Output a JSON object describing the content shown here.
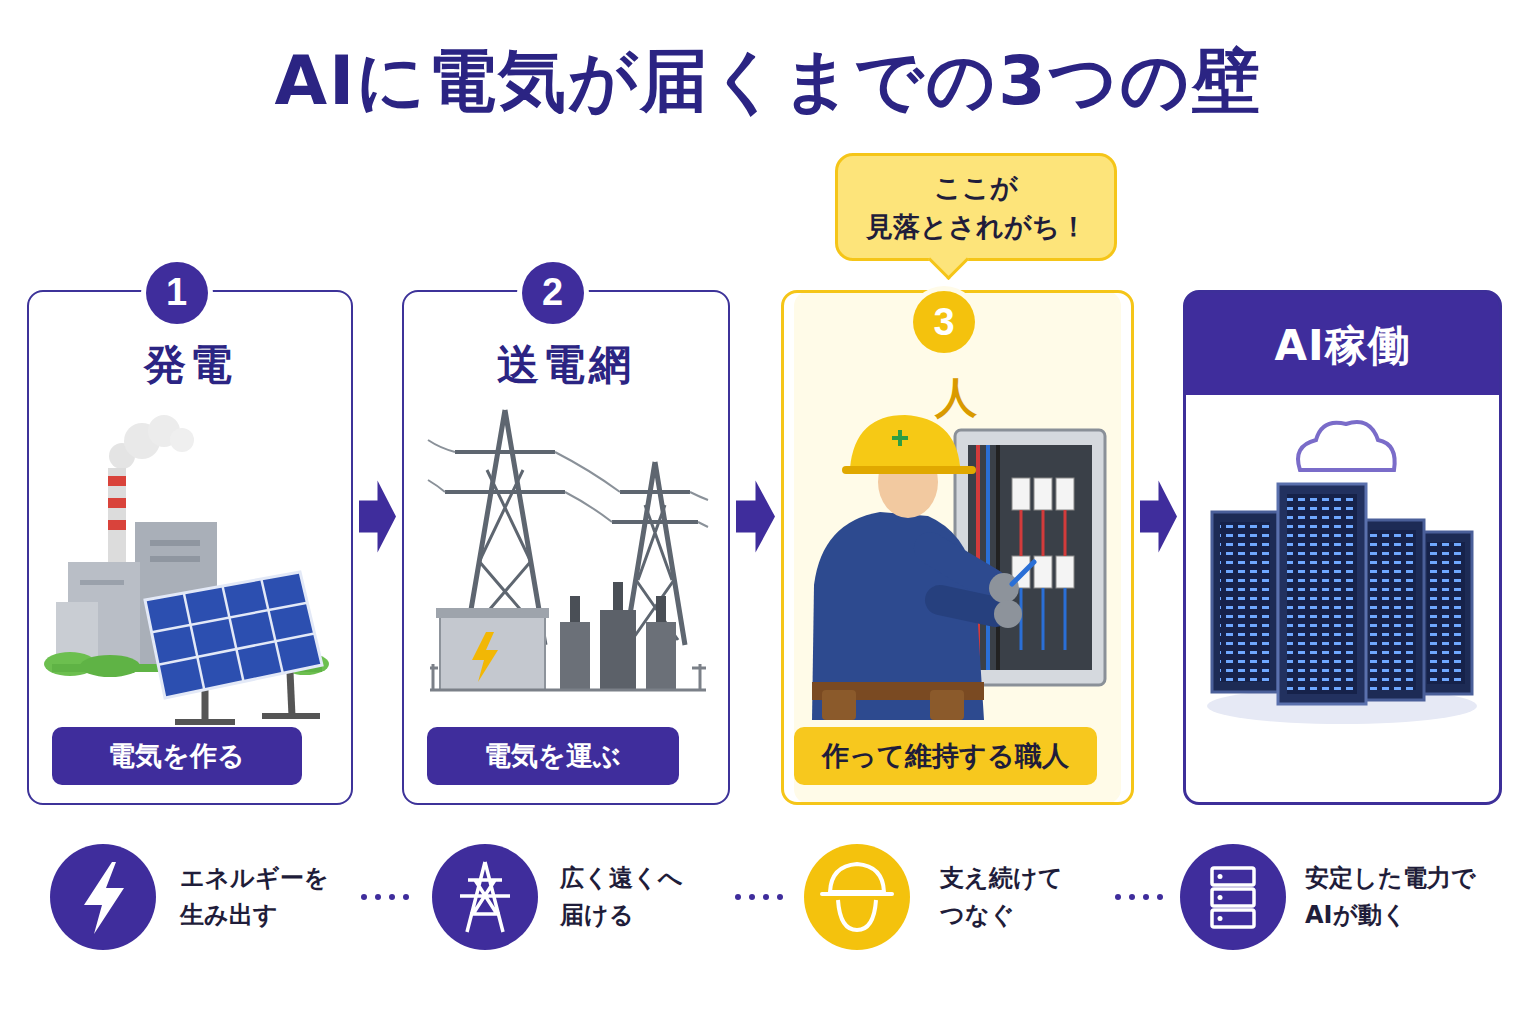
{
  "diagram": {
    "title": "AIに電気が届くまでの3つの壁",
    "nodes": [
      {
        "text": [
          "発電"
        ]
      },
      {
        "text": [
          "1"
        ],
        "in": 0
      },
      {
        "text": [
          "電気を作る"
        ],
        "in": 0
      },
      {
        "text": [
          "送電網"
        ]
      },
      {
        "text": [
          "2"
        ],
        "in": 3
      },
      {
        "text": [
          "電気を運ぶ"
        ],
        "in": 3
      },
      {
        "text": [
          "ここが 見落とされがち！"
        ]
      },
      {
        "text": [
          "人"
        ]
      },
      {
        "text": [
          "3"
        ],
        "in": 7
      },
      {
        "text": [
          "作って維持する職人"
        ],
        "in": 7
      },
      {
        "text": [
          "AI稼働"
        ]
      }
    ],
    "edges": [
      {
        "from": 0,
        "to": 3,
        "arrow": "to"
      },
      {
        "from": 3,
        "to": 7,
        "arrow": "to"
      },
      {
        "from": 7,
        "to": 10,
        "arrow": "to"
      }
    ],
    "labels": [
      "エネルギーを 生み出す",
      "広く遠くへ 届ける",
      "支え続けて つなぐ",
      "安定した電力で AIが動く"
    ]
  }
}
